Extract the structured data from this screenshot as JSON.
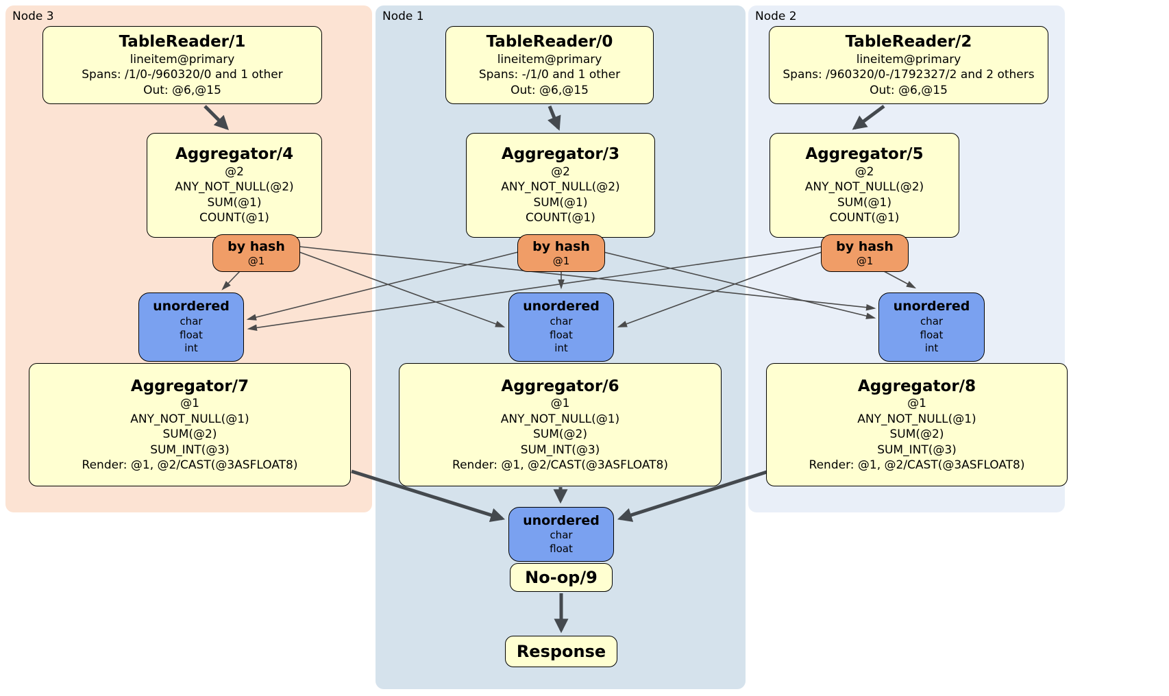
{
  "panels": [
    {
      "id": "node3",
      "label": "Node 3"
    },
    {
      "id": "node1",
      "label": "Node 1"
    },
    {
      "id": "node2",
      "label": "Node 2"
    }
  ],
  "boxes": {
    "tr1": {
      "title": "TableReader/1",
      "lines": [
        "lineitem@primary",
        "Spans: /1/0-/960320/0 and 1 other",
        "Out: @6,@15"
      ]
    },
    "tr0": {
      "title": "TableReader/0",
      "lines": [
        "lineitem@primary",
        "Spans: -/1/0 and 1 other",
        "Out: @6,@15"
      ]
    },
    "tr2": {
      "title": "TableReader/2",
      "lines": [
        "lineitem@primary",
        "Spans: /960320/0-/1792327/2 and 2 others",
        "Out: @6,@15"
      ]
    },
    "agg4": {
      "title": "Aggregator/4",
      "lines": [
        "@2",
        "ANY_NOT_NULL(@2)",
        "SUM(@1)",
        "COUNT(@1)"
      ]
    },
    "agg3": {
      "title": "Aggregator/3",
      "lines": [
        "@2",
        "ANY_NOT_NULL(@2)",
        "SUM(@1)",
        "COUNT(@1)"
      ]
    },
    "agg5": {
      "title": "Aggregator/5",
      "lines": [
        "@2",
        "ANY_NOT_NULL(@2)",
        "SUM(@1)",
        "COUNT(@1)"
      ]
    },
    "bhL": {
      "title": "by hash",
      "detail": "@1"
    },
    "bhC": {
      "title": "by hash",
      "detail": "@1"
    },
    "bhR": {
      "title": "by hash",
      "detail": "@1"
    },
    "unL": {
      "title": "unordered",
      "lines": [
        "char",
        "float",
        "int"
      ]
    },
    "unC": {
      "title": "unordered",
      "lines": [
        "char",
        "float",
        "int"
      ]
    },
    "unR": {
      "title": "unordered",
      "lines": [
        "char",
        "float",
        "int"
      ]
    },
    "agg7": {
      "title": "Aggregator/7",
      "lines": [
        "@1",
        "ANY_NOT_NULL(@1)",
        "SUM(@2)",
        "SUM_INT(@3)",
        "Render: @1, @2/CAST(@3ASFLOAT8)"
      ]
    },
    "agg6": {
      "title": "Aggregator/6",
      "lines": [
        "@1",
        "ANY_NOT_NULL(@1)",
        "SUM(@2)",
        "SUM_INT(@3)",
        "Render: @1, @2/CAST(@3ASFLOAT8)"
      ]
    },
    "agg8": {
      "title": "Aggregator/8",
      "lines": [
        "@1",
        "ANY_NOT_NULL(@1)",
        "SUM(@2)",
        "SUM_INT(@3)",
        "Render: @1, @2/CAST(@3ASFLOAT8)"
      ]
    },
    "unF": {
      "title": "unordered",
      "lines": [
        "char",
        "float"
      ]
    },
    "noop": {
      "title": "No-op/9"
    },
    "response": {
      "title": "Response"
    }
  },
  "colors": {
    "processor_fill": "#ffffd1",
    "router_fill": "#f09d67",
    "sync_fill": "#7aa1f0",
    "node3_bg": "#fce3d3",
    "node1_bg": "#d5e2ec",
    "node2_bg": "#e9eff8",
    "edge": "#44494e"
  }
}
